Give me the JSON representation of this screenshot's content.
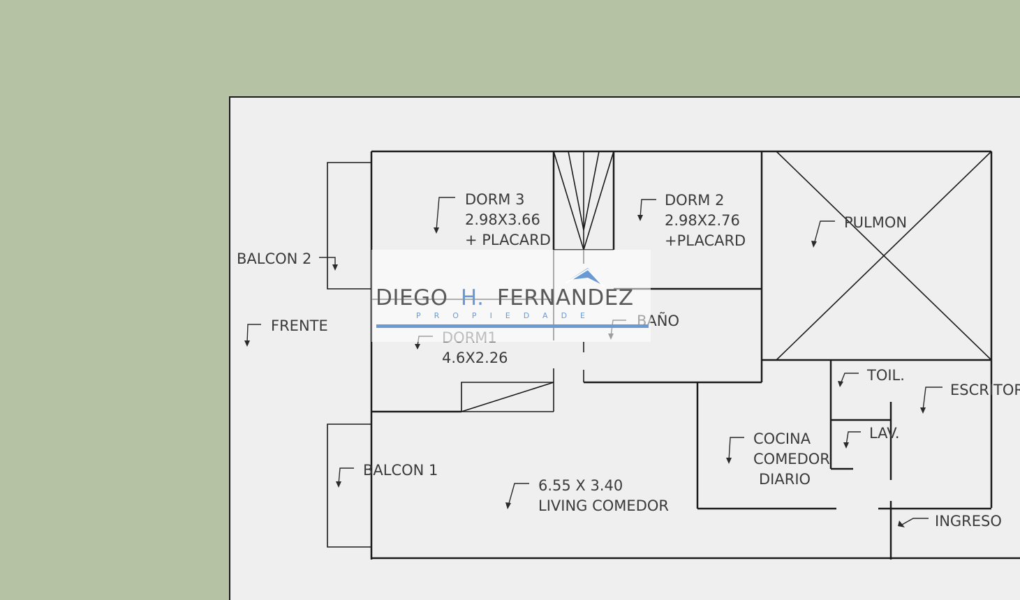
{
  "labels": {
    "dorm3_name": "DORM 3",
    "dorm3_size": "2.98X3.66",
    "dorm3_extra": "+ PLACARD",
    "dorm2_name": "DORM 2",
    "dorm2_size": "2.98X2.76",
    "dorm2_extra": "+PLACARD",
    "pulmon": "PULMON",
    "balcon2": "BALCON 2",
    "frente": "FRENTE",
    "bano": "BAÑO",
    "dorm1_name": "DORM1",
    "dorm1_size": "4.6X2.26",
    "toil": "TOIL.",
    "escritorio": "ESCRITOR",
    "lav": "LAV.",
    "cocina_1": "COCINA",
    "cocina_2": "COMEDOR",
    "cocina_3": "DIARIO",
    "balcon1": "BALCON 1",
    "living_size": "6.55 X 3.40",
    "living_name": "LIVING COMEDOR",
    "ingreso": "INGRESO"
  },
  "watermark": {
    "name_part1": "DIEGO",
    "name_initial": "H.",
    "name_part2": "FERNANDEZ",
    "subtitle": "PROPIEDADE"
  },
  "colors": {
    "background": "#b5c2a3",
    "sheet": "#efefef",
    "lines": "#1a1a1a",
    "watermark_accent": "#6a9ad6"
  }
}
